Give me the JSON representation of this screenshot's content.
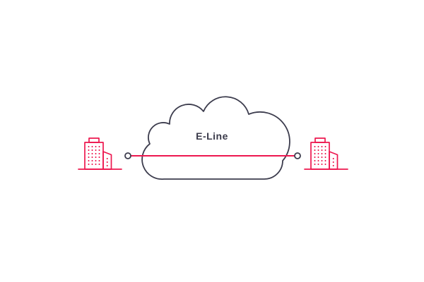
{
  "diagram": {
    "label": "E-Line",
    "colors": {
      "accent": "#ED174F",
      "outline": "#3C3C4D",
      "text": "#3A3A4A",
      "background": "#FFFFFF"
    },
    "left_node": "building",
    "right_node": "building",
    "connection": "point-to-point line through cloud"
  }
}
